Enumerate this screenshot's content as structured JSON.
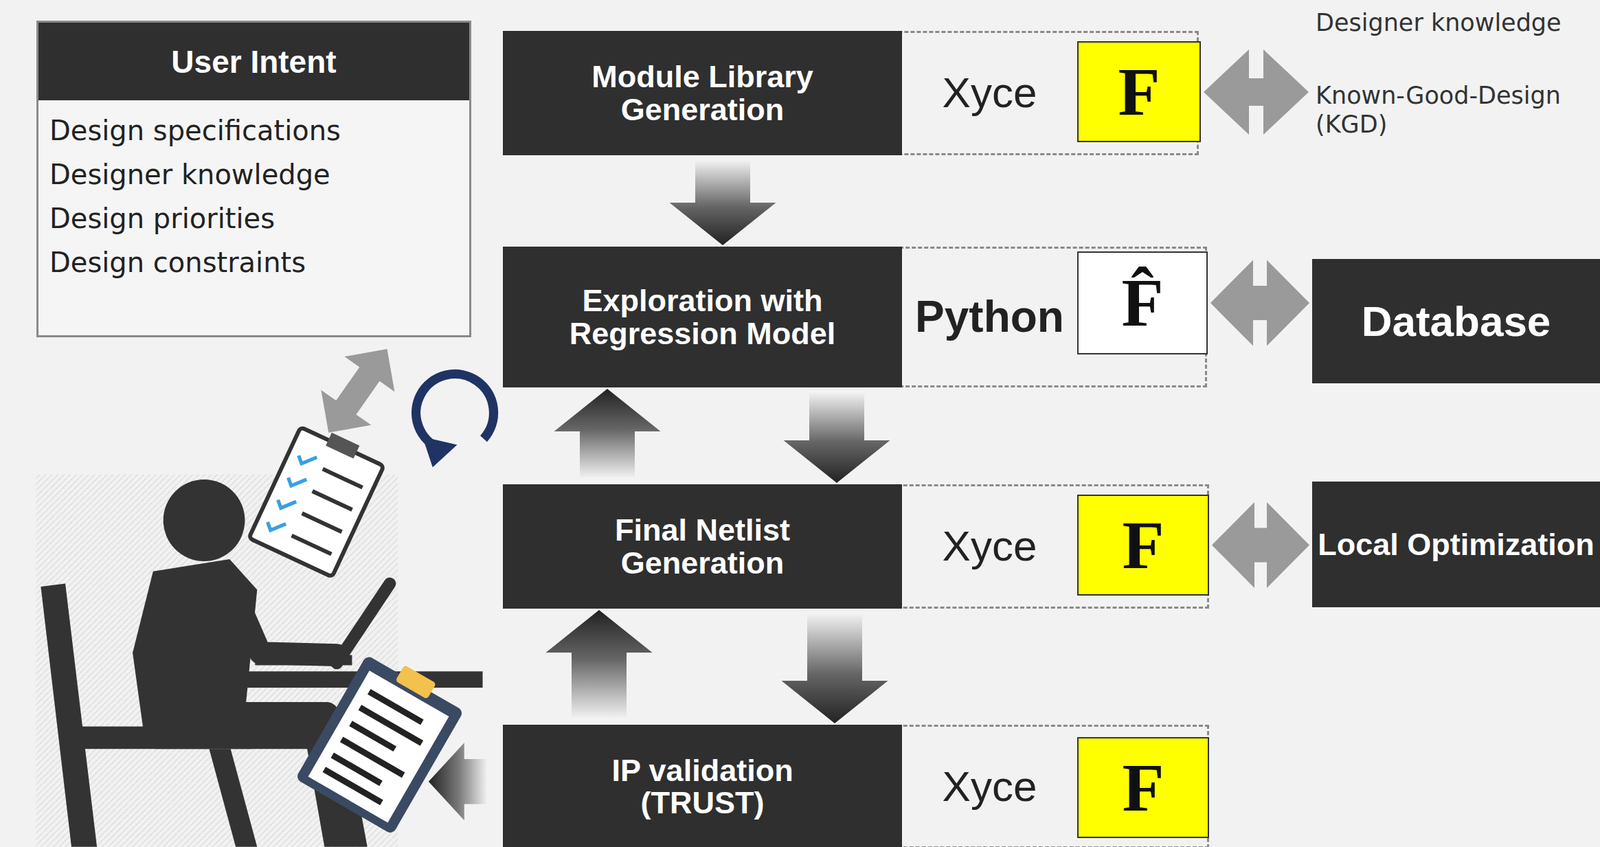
{
  "diagram": {
    "nodes": [
      {
        "text": [
          "User Intent",
          "Design specifications",
          "Designer knowledge",
          "Design priorities",
          "Design constraints"
        ]
      },
      {
        "text": [
          "Xyce"
        ]
      },
      {
        "text": [
          "Module Library Generation"
        ],
        "in": 1
      },
      {
        "text": [
          "F"
        ],
        "in": 1
      },
      {
        "text": [
          "Python"
        ]
      },
      {
        "text": [
          "Exploration with Regression Model"
        ],
        "in": 4
      },
      {
        "text": [
          "F̂"
        ],
        "in": 4
      },
      {
        "text": [
          "Database"
        ]
      },
      {
        "text": [
          "Xyce"
        ]
      },
      {
        "text": [
          "Final Netlist Generation"
        ],
        "in": 8
      },
      {
        "text": [
          "F"
        ],
        "in": 8
      },
      {
        "text": [
          "Local Optimization"
        ]
      },
      {
        "text": [
          "Xyce"
        ]
      },
      {
        "text": [
          "IP validation (TRUST)"
        ],
        "in": 12
      },
      {
        "text": [
          "F"
        ],
        "in": 12
      }
    ],
    "edges": [
      {
        "from": 2,
        "to": 5,
        "arrow": "to"
      },
      {
        "from": 5,
        "to": 9,
        "arrow": "to"
      },
      {
        "from": 9,
        "to": 5,
        "arrow": "to"
      },
      {
        "from": 9,
        "to": 13,
        "arrow": "to"
      },
      {
        "from": 13,
        "to": 9,
        "arrow": "to"
      },
      {
        "from": 6,
        "to": 7,
        "arrow": "both"
      },
      {
        "from": 10,
        "to": 11,
        "arrow": "both"
      }
    ],
    "labels": [
      "Designer knowledge",
      "Known-Good-Design (KGD)"
    ]
  }
}
